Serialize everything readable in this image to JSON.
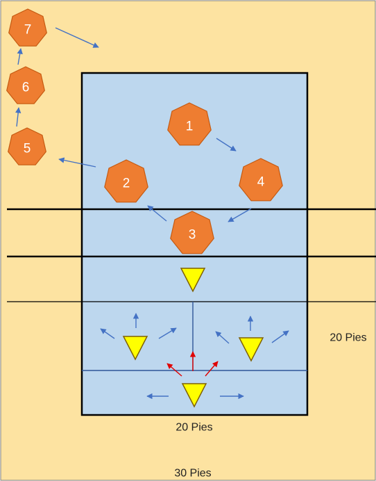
{
  "colors": {
    "background": "#fde3a1",
    "court_fill": "#bdd7ee",
    "court_border": "#000000",
    "player_fill": "#ee7d31",
    "player_stroke": "#c55a11",
    "player_text": "#ffffff",
    "cone_fill": "#ffff00",
    "cone_stroke": "#7f6000",
    "arrow_blue": "#4472c4",
    "arrow_red": "#e00000",
    "court_line_blue": "#2f5597"
  },
  "players": [
    {
      "label": "1",
      "icon": "heptagon-player-icon"
    },
    {
      "label": "2",
      "icon": "heptagon-player-icon"
    },
    {
      "label": "3",
      "icon": "heptagon-player-icon"
    },
    {
      "label": "4",
      "icon": "heptagon-player-icon"
    },
    {
      "label": "5",
      "icon": "heptagon-player-icon"
    },
    {
      "label": "6",
      "icon": "heptagon-player-icon"
    },
    {
      "label": "7",
      "icon": "heptagon-player-icon"
    }
  ],
  "cones": [
    {
      "icon": "triangle-cone-icon"
    },
    {
      "icon": "triangle-cone-icon"
    },
    {
      "icon": "triangle-cone-icon"
    },
    {
      "icon": "triangle-cone-icon"
    }
  ],
  "dimensions": {
    "court_width": "20 Pies",
    "court_depth": "20 Pies",
    "total_width": "30 Pies"
  }
}
